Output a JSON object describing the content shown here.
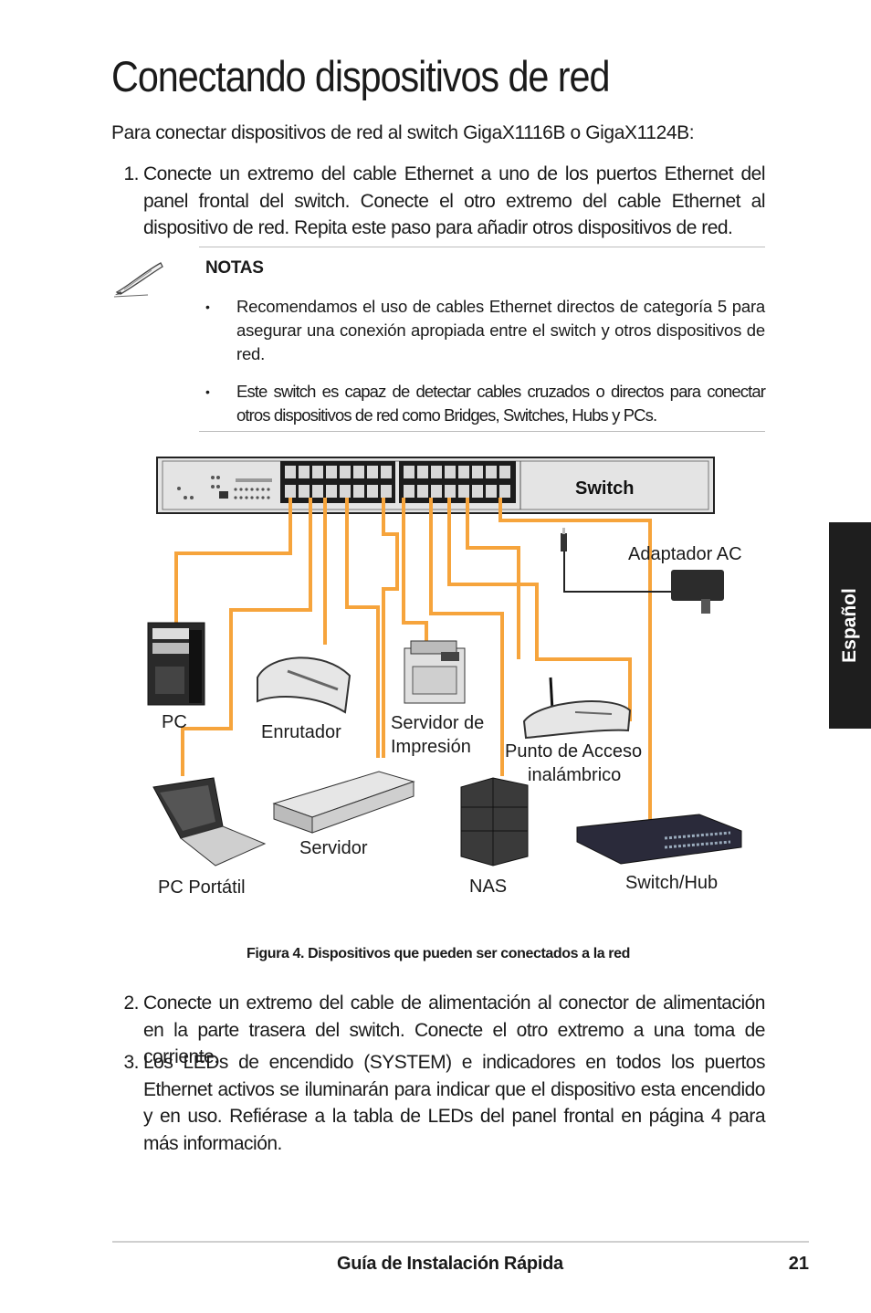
{
  "title": "Conectando dispositivos de red",
  "intro": "Para conectar dispositivos de red al switch GigaX1116B o GigaX1124B:",
  "steps": [
    {
      "num": "1.",
      "text": "Conecte un extremo del cable Ethernet a uno de los puertos Ethernet del panel frontal del switch. Conecte el otro extremo del cable Ethernet al dispositivo de red. Repita este paso para añadir otros dispositivos de red."
    },
    {
      "num": "2.",
      "text": "Conecte un extremo del cable de alimentación al conector de alimentación en la parte trasera del switch. Conecte el otro extremo a una toma de corriente."
    },
    {
      "num": "3.",
      "text": "Los LEDs de encendido (SYSTEM) e indicadores en todos los puertos Ethernet activos se iluminarán para indicar que el dispositivo esta encendido y en uso. Refiérase a la tabla de LEDs del panel frontal en página 4 para más información."
    }
  ],
  "notes": {
    "label": "NOTAS",
    "icon": "pen-icon",
    "items": [
      "Recomendamos el uso de cables Ethernet directos de categoría 5 para asegurar una conexión apropiada entre el switch y otros dispositivos de red.",
      "Este switch es capaz de detectar cables cruzados o directos para conectar otros dispositivos de red como Bridges, Switches, Hubs y PCs."
    ],
    "bullet": "•"
  },
  "diagram": {
    "switch_label": "Switch",
    "labels": {
      "adapter": "Adaptador AC",
      "pc": "PC",
      "router": "Enrutador",
      "print_server_1": "Servidor de",
      "print_server_2": "Impresión",
      "ap_1": "Punto de Acceso",
      "ap_2": "inalámbrico",
      "server": "Servidor",
      "laptop": "PC Portátil",
      "nas": "NAS",
      "switch_hub": "Switch/Hub"
    },
    "cable_color": "#f6a43c"
  },
  "caption": "Figura 4. Dispositivos que pueden ser conectados a la red",
  "side_tab": "Español",
  "footer": {
    "title": "Guía de Instalación Rápida",
    "page": "21"
  }
}
